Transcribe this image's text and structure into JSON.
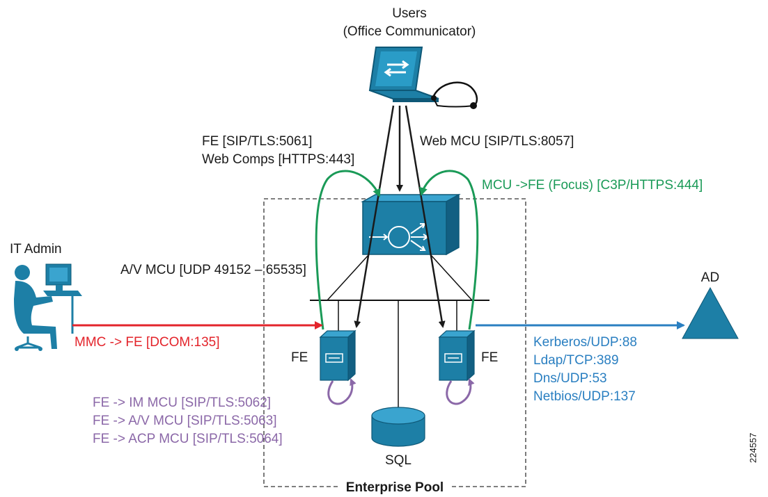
{
  "labels": {
    "users_title": "Users",
    "users_subtitle": "(Office Communicator)",
    "fe_sip": "FE [SIP/TLS:5061]",
    "web_comps": "Web Comps [HTTPS:443]",
    "web_mcu": "Web MCU [SIP/TLS:8057]",
    "mcu_focus": "MCU ->FE (Focus) [C3P/HTTPS:444]",
    "it_admin": "IT Admin",
    "av_mcu": "A/V MCU [UDP 49152 – 65535]",
    "ad": "AD",
    "mmc": "MMC -> FE [DCOM:135]",
    "fe_left": "FE",
    "fe_right": "FE",
    "ad_protocols": [
      "Kerberos/UDP:88",
      "Ldap/TCP:389",
      "Dns/UDP:53",
      "Netbios/UDP:137"
    ],
    "fe_loop_protocols": [
      "FE -> IM MCU [SIP/TLS:5062]",
      "FE -> A/V MCU [SIP/TLS:5063]",
      "FE -> ACP MCU [SIP/TLS:5064]"
    ],
    "sql": "SQL",
    "enterprise_pool": "Enterprise Pool",
    "figure_id": "224557"
  },
  "colors": {
    "black": "#1a1a1a",
    "green": "#1a9a57",
    "red": "#e3242b",
    "purple": "#8b68a8",
    "blue": "#2a7fc1",
    "device_teal": "#1d7fa6"
  }
}
